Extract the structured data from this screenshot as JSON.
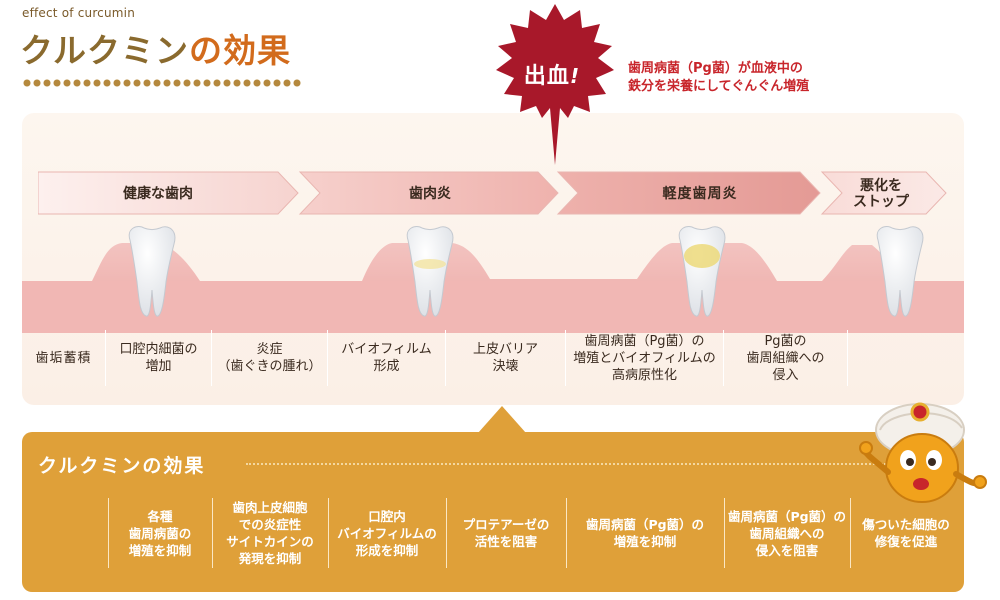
{
  "header": {
    "subtitle": "effect of curcumin",
    "title": "クルクミンの効果",
    "title_accent": "の効果"
  },
  "callout": {
    "burst_label": "出血",
    "burst_mark": "!",
    "note_line1": "歯周病菌（Pg菌）が血液中の",
    "note_line2": "鉄分を栄養にしてぐんぐん増殖"
  },
  "stages": [
    {
      "label": "健康な歯肉"
    },
    {
      "label": "歯肉炎"
    },
    {
      "label": "軽度歯周炎"
    },
    {
      "label_line1": "悪化を",
      "label_line2": "ストップ"
    }
  ],
  "bio_cells": [
    {
      "line1": "歯垢蓄積",
      "line2": ""
    },
    {
      "line1": "口腔内細菌の",
      "line2": "増加"
    },
    {
      "line1": "炎症",
      "line2": "（歯ぐきの腫れ）"
    },
    {
      "line1": "バイオフィルム",
      "line2": "形成"
    },
    {
      "line1": "上皮バリア",
      "line2": "決壊"
    },
    {
      "line1": "歯周病菌（Pg菌）の",
      "line2": "増殖とバイオフィルムの",
      "line3": "高病原性化"
    },
    {
      "line1": "Pg菌の",
      "line2": "歯周組織への",
      "line3": "侵入"
    },
    {
      "line1": "",
      "line2": ""
    }
  ],
  "effects": {
    "title": "クルクミンの効果",
    "items": [
      {
        "line1": "各種",
        "line2": "歯周病菌の",
        "line3": "増殖を抑制"
      },
      {
        "line1": "歯肉上皮細胞",
        "line2": "での炎症性",
        "line3": "サイトカインの",
        "line4": "発現を抑制"
      },
      {
        "line1": "口腔内",
        "line2": "バイオフィルムの",
        "line3": "形成を抑制"
      },
      {
        "line1": "プロテアーゼの",
        "line2": "活性を阻害"
      },
      {
        "line1": "歯周病菌（Pg菌）の",
        "line2": "増殖を抑制"
      },
      {
        "line1": "歯周病菌（Pg菌）の",
        "line2": "歯周組織への",
        "line3": "侵入を阻害"
      },
      {
        "line1": "傷ついた細胞の",
        "line2": "修復を促進"
      }
    ]
  },
  "colors": {
    "title_brown": "#8a6a2e",
    "burst_red": "#a8182a",
    "note_red": "#c8252b",
    "gum_pink": "#f1b7b4",
    "effects_orange": "#dfa039"
  }
}
